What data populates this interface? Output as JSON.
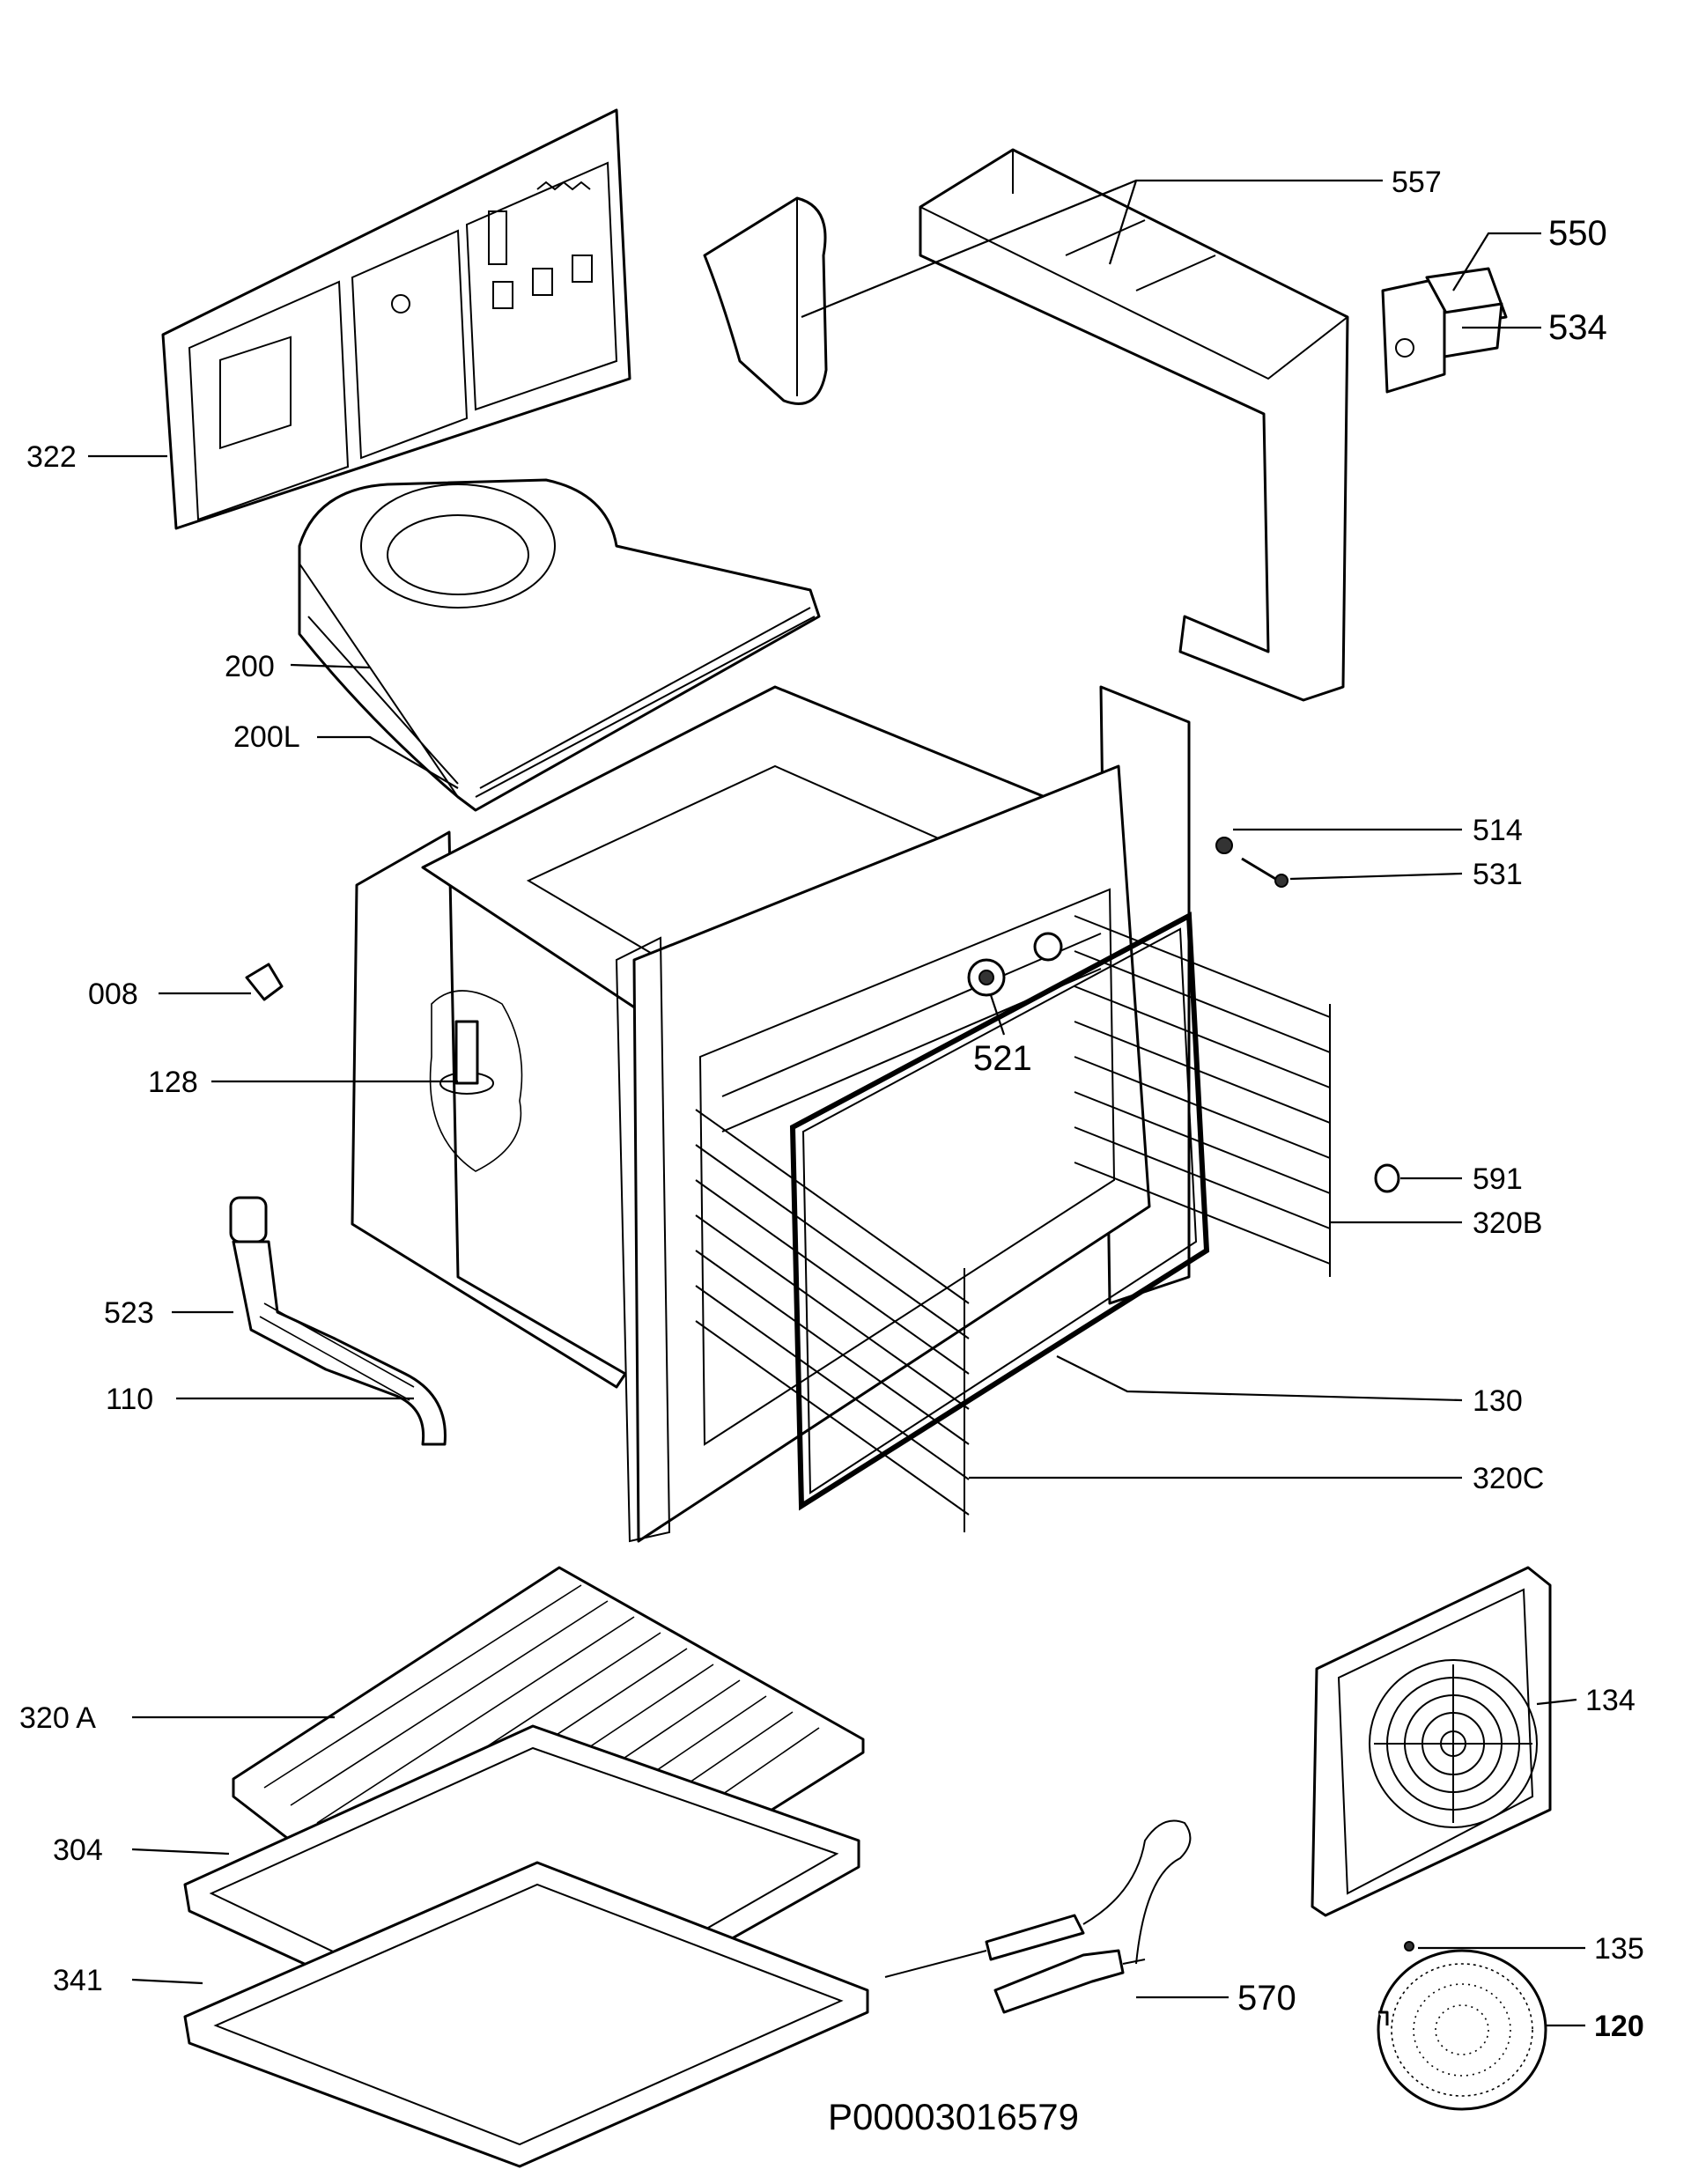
{
  "diagram": {
    "reference": "P00003016579",
    "labels": {
      "p322": "322",
      "p557": "557",
      "p550": "550",
      "p534": "534",
      "p200": "200",
      "p200L": "200L",
      "p514": "514",
      "p531": "531",
      "p008": "008",
      "p128": "128",
      "p521": "521",
      "p591": "591",
      "p320B": "320B",
      "p523": "523",
      "p110": "110",
      "p130": "130",
      "p320C": "320C",
      "p320A": "320 A",
      "p134": "134",
      "p304": "304",
      "p341": "341",
      "p135": "135",
      "p570": "570",
      "p120": "120"
    }
  }
}
